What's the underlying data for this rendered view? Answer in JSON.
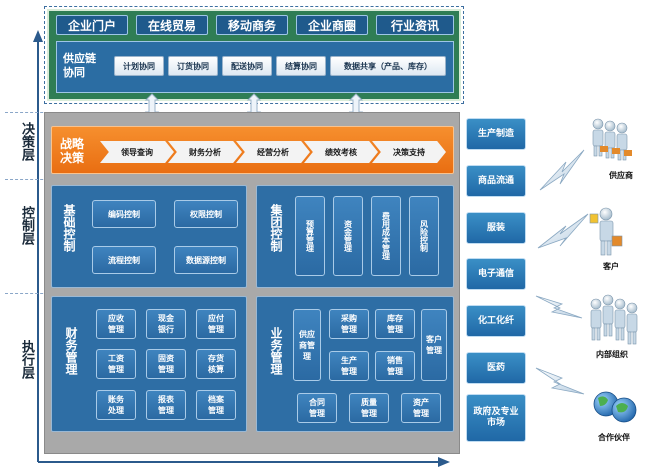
{
  "layers": [
    "决策层",
    "控制层",
    "执行层"
  ],
  "top_nav": [
    "企业门户",
    "在线贸易",
    "移动商务",
    "企业商圈",
    "行业资讯"
  ],
  "supply_chain": {
    "title": "供应链协同",
    "items": [
      "计划协同",
      "订货协同",
      "配送协同",
      "结算协同",
      "数据共享（产品、库存）"
    ]
  },
  "strategy": {
    "title": "战略决策",
    "items": [
      "领导查询",
      "财务分析",
      "经营分析",
      "绩效考核",
      "决策支持"
    ]
  },
  "control_basic": {
    "title": "基础控制",
    "items": [
      "编码控制",
      "权限控制",
      "流程控制",
      "数据源控制"
    ]
  },
  "control_group": {
    "title": "集团控制",
    "items": [
      "预算管理",
      "资金管理",
      "费用成本管理",
      "风险控制"
    ]
  },
  "finance": {
    "title": "财务管理",
    "items": [
      "应收管理",
      "现金银行",
      "应付管理",
      "工资管理",
      "固资管理",
      "存货核算",
      "账务处理",
      "报表管理",
      "档案管理"
    ]
  },
  "business": {
    "title": "业务管理",
    "items": [
      "供应商管理",
      "采购管理",
      "库存管理",
      "客户管理",
      "生产管理",
      "销售管理",
      "合同管理",
      "质量管理",
      "资产管理"
    ]
  },
  "industries": [
    "生产制造",
    "商品流通",
    "服装",
    "电子通信",
    "化工化纤",
    "医药",
    "政府及专业市场"
  ],
  "external": [
    "供应商",
    "客户",
    "内部组织",
    "合作伙伴"
  ],
  "colors": {
    "accent_orange": "#f07b1a",
    "dark_blue": "#1f5a8c",
    "frame_green": "#2f7d55"
  }
}
